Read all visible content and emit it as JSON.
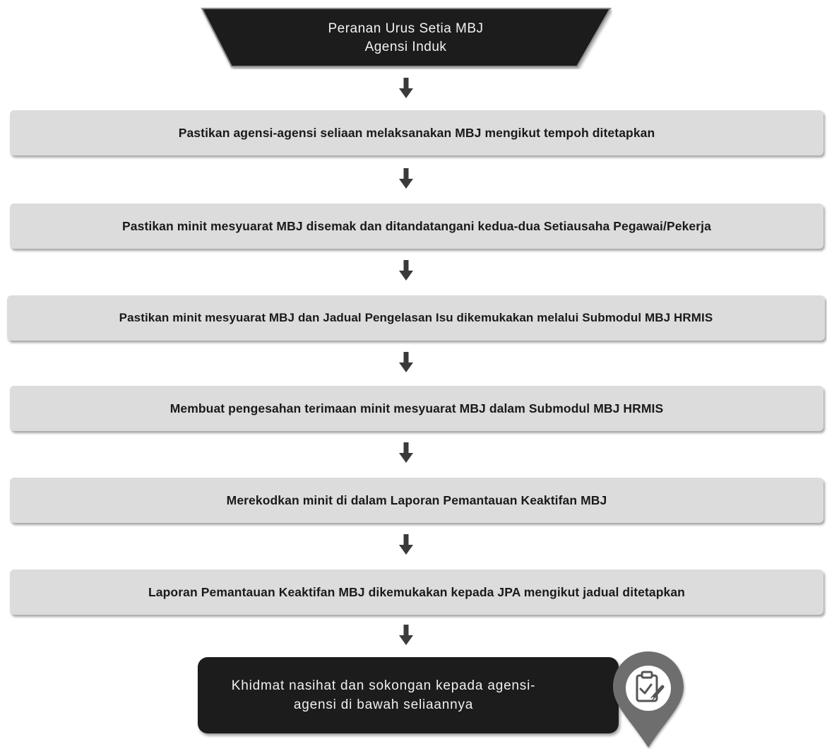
{
  "header": {
    "line1": "Peranan Urus Setia MBJ",
    "line2": "Agensi Induk"
  },
  "steps": [
    {
      "text": "Pastikan agensi-agensi seliaan melaksanakan MBJ mengikut tempoh ditetapkan"
    },
    {
      "text": "Pastikan minit mesyuarat MBJ disemak dan ditandatangani kedua-dua Setiausaha Pegawai/Pekerja"
    },
    {
      "text": "Pastikan minit mesyuarat MBJ dan Jadual Pengelasan Isu dikemukakan melalui Submodul MBJ HRMIS"
    },
    {
      "text": "Membuat pengesahan terimaan minit mesyuarat MBJ dalam Submodul MBJ HRMIS"
    },
    {
      "text": "Merekodkan minit di dalam Laporan Pemantauan Keaktifan MBJ"
    },
    {
      "text": "Laporan Pemantauan Keaktifan MBJ dikemukakan kepada JPA mengikut jadual ditetapkan"
    }
  ],
  "footer": {
    "line1": "Khidmat nasihat dan sokongan kepada agensi-",
    "line2": "agensi di bawah seliaannya",
    "icon": "clipboard-check-pin-icon"
  },
  "colors": {
    "dark": "#1c1c1c",
    "step_fill": "#dcdcdc",
    "pin_fill": "#6e6e6e",
    "arrow": "#3a3a3a"
  }
}
